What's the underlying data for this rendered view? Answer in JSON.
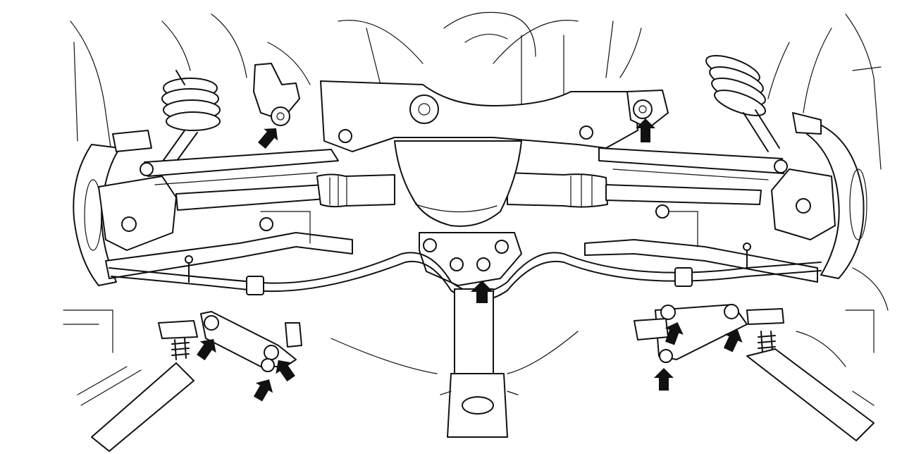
{
  "figure": {
    "subject": "rear-subframe-underbody-view",
    "colors": {
      "line": "#111111",
      "background": "#ffffff",
      "arrow": "#111111"
    },
    "callouts": [
      {
        "name": "arrow-subframe-upper-left-mount"
      },
      {
        "name": "arrow-subframe-upper-right-mount"
      },
      {
        "name": "arrow-differential-mount"
      },
      {
        "name": "arrow-left-bracket-front-bolt"
      },
      {
        "name": "arrow-left-bracket-rear-bolt-1"
      },
      {
        "name": "arrow-left-bracket-rear-bolt-2"
      },
      {
        "name": "arrow-right-bracket-front-bolt"
      },
      {
        "name": "arrow-right-bracket-rear-bolt-1"
      },
      {
        "name": "arrow-right-bracket-rear-bolt-2"
      }
    ]
  }
}
